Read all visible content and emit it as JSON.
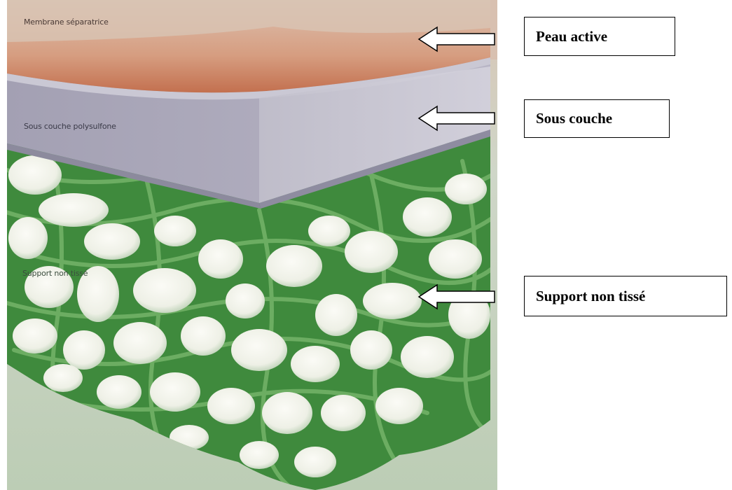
{
  "diagram": {
    "inner_labels": {
      "membrane": "Membrane séparatrice",
      "sous_couche": "Sous couche polysulfone",
      "support": "Support non tissé"
    },
    "callouts": {
      "peau_active": "Peau active",
      "sous_couche": "Sous couche",
      "support_non_tisse": "Support non tissé"
    },
    "colors": {
      "skin_top": "#d9a890",
      "skin_front": "#c97a5e",
      "sublayer_top": "#c4c2cf",
      "sublayer_front": "#9e9caf",
      "fiber_green": "#4f9a4a",
      "pore_white": "#f2f2ea",
      "background_green": "#c5d4bd"
    }
  }
}
